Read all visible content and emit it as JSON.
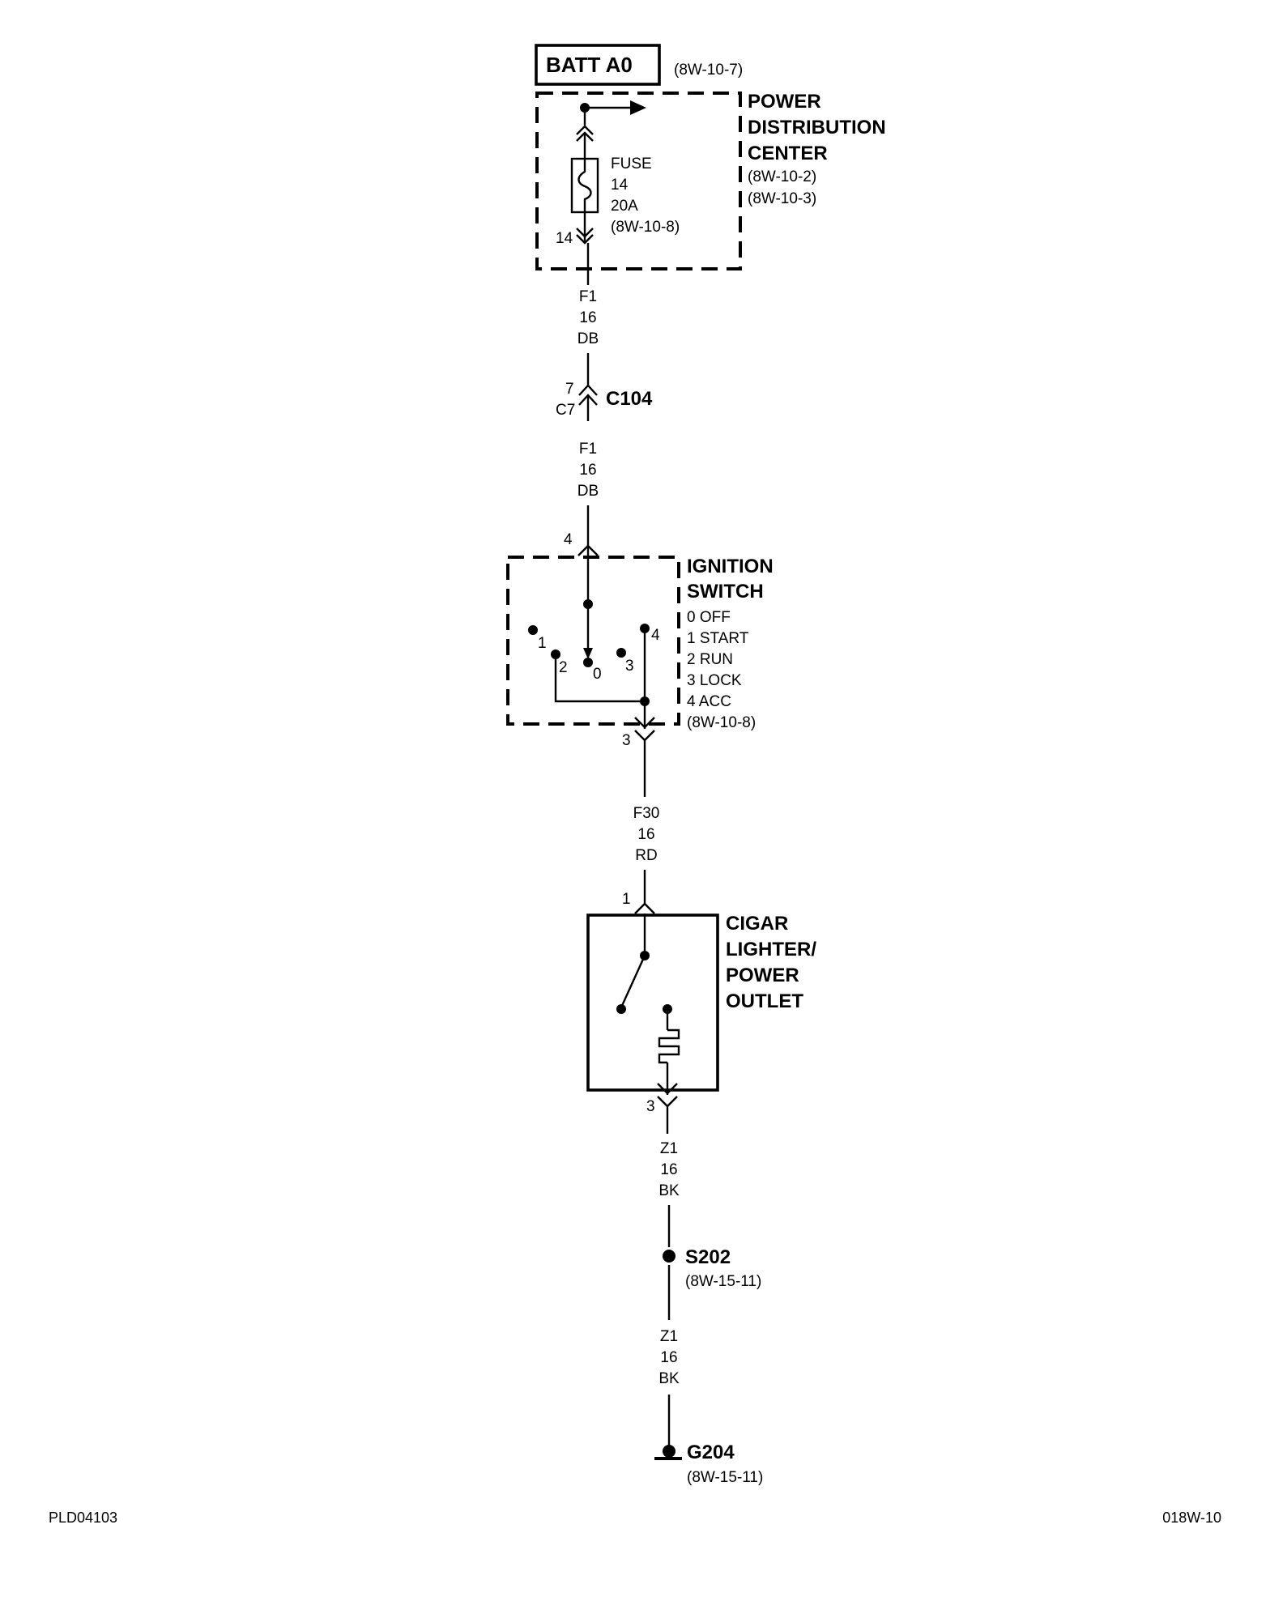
{
  "power_source": {
    "label": "BATT A0",
    "ref": "(8W-10-7)"
  },
  "pdc": {
    "title_1": "POWER",
    "title_2": "DISTRIBUTION",
    "title_3": "CENTER",
    "ref_1": "(8W-10-2)",
    "ref_2": "(8W-10-3)"
  },
  "fuse": {
    "label": "FUSE",
    "number": "14",
    "rating": "20A",
    "ref": "(8W-10-8)",
    "pin": "14"
  },
  "wire_f1_top": {
    "circuit": "F1",
    "gauge": "16",
    "color": "DB"
  },
  "connector_c104": {
    "name": "C104",
    "pin_a": "7",
    "pin_b": "C7"
  },
  "wire_f1_bottom": {
    "circuit": "F1",
    "gauge": "16",
    "color": "DB"
  },
  "ignition_switch": {
    "title_1": "IGNITION",
    "title_2": "SWITCH",
    "positions": [
      "0 OFF",
      "1 START",
      "2 RUN",
      "3 LOCK",
      "4 ACC"
    ],
    "ref": "(8W-10-8)",
    "pin_in": "4",
    "pin_out": "3",
    "contact_labels": {
      "c1": "1",
      "c2": "2",
      "c0": "0",
      "c3": "3",
      "c4": "4"
    }
  },
  "wire_f30": {
    "circuit": "F30",
    "gauge": "16",
    "color": "RD"
  },
  "cigar_lighter": {
    "title_1": "CIGAR",
    "title_2": "LIGHTER/",
    "title_3": "POWER",
    "title_4": "OUTLET",
    "pin_in": "1",
    "pin_out": "3"
  },
  "wire_z1_top": {
    "circuit": "Z1",
    "gauge": "16",
    "color": "BK"
  },
  "splice": {
    "name": "S202",
    "ref": "(8W-15-11)"
  },
  "wire_z1_bottom": {
    "circuit": "Z1",
    "gauge": "16",
    "color": "BK"
  },
  "ground": {
    "name": "G204",
    "ref": "(8W-15-11)"
  },
  "footer": {
    "left": "PLD04103",
    "right": "018W-10"
  }
}
